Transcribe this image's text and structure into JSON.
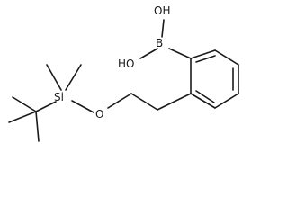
{
  "molecule": {
    "atoms": {
      "boron": "B",
      "oh_top": "OH",
      "oh_left": "HO",
      "oxygen": "O",
      "silicon": "Si"
    }
  }
}
